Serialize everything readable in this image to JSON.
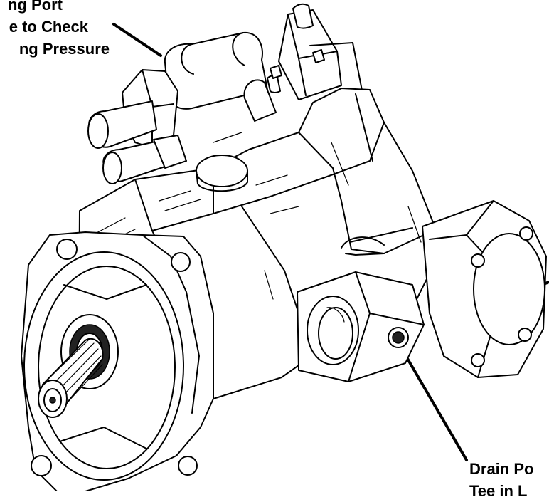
{
  "callouts": {
    "charging_port": {
      "line1": "ng Port",
      "line2": "e to Check",
      "line3": "ng Pressure"
    },
    "drain_port": {
      "line1": "Drain Po",
      "line2": "Tee in L"
    }
  },
  "icons": {
    "illustration": "hydraulic-pump-drawing-icon"
  }
}
